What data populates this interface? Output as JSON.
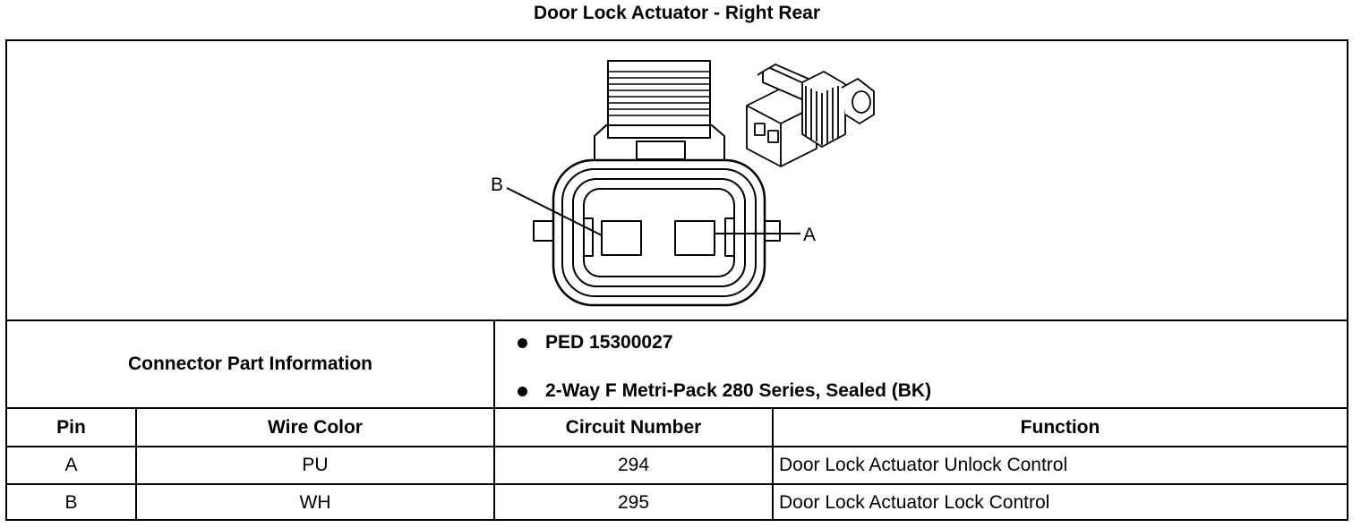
{
  "title": "Door Lock Actuator - Right Rear",
  "diagram": {
    "pin_labels": [
      "B",
      "A"
    ]
  },
  "connector_info": {
    "label": "Connector Part Information",
    "items": [
      "PED 15300027",
      "2-Way F Metri-Pack 280 Series, Sealed (BK)"
    ]
  },
  "table": {
    "headers": [
      "Pin",
      "Wire Color",
      "Circuit Number",
      "Function"
    ],
    "rows": [
      [
        "A",
        "PU",
        "294",
        "Door Lock Actuator Unlock Control"
      ],
      [
        "B",
        "WH",
        "295",
        "Door Lock Actuator Lock Control"
      ]
    ]
  }
}
